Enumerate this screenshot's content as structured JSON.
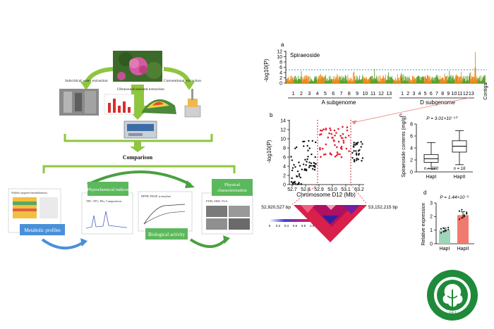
{
  "workflow": {
    "extraction": {
      "subcritical": "Subcritical water extraction",
      "ultrasound": "Ultrasound-assisted extraction",
      "conventional": "Conventional extraction"
    },
    "comparison": "Comparison",
    "boxes": {
      "metabolomics_caption": "Widely targeted metabolomics",
      "metabolic_profiles": "Metabolic profiles",
      "phytochemical": "Phytochemical indices",
      "phyto_caption": "TPC, TFC, PAs, Composition",
      "biological_caption": "DPPH, FRAP, α-amylase",
      "biological": "Biological activity",
      "physical": "Physical characterization",
      "physical_caption": "FTIR, SEM, TGA"
    }
  },
  "panel_a": {
    "letter": "a",
    "title": "Spiraeoside",
    "ylabel": "-log10(P)",
    "yticks": [
      "0",
      "2",
      "4",
      "6",
      "8",
      "10",
      "12"
    ],
    "a_chrom": [
      "1",
      "2",
      "3",
      "4",
      "5",
      "6",
      "7",
      "8",
      "9",
      "10",
      "11",
      "12",
      "13"
    ],
    "d_chrom": [
      "1",
      "2",
      "3",
      "4",
      "5",
      "6",
      "7",
      "8",
      "9",
      "10",
      "11",
      "12",
      "13"
    ],
    "a_label": "A subgenome",
    "d_label": "D subgenome",
    "contigs": "Contigs",
    "colors": {
      "orange": "#e88a1a",
      "green": "#5aa02c",
      "threshold": "#2aa0d8"
    }
  },
  "panel_b": {
    "letter": "b",
    "ylabel": "-log10(P)",
    "yticks": [
      "0",
      "2",
      "4",
      "6",
      "8",
      "10",
      "12",
      "14"
    ],
    "xticks": [
      "52.7",
      "52.8",
      "52.9",
      "53.0",
      "53.1",
      "53.2"
    ],
    "xlabel": "Chromosome D12 (Mb)",
    "left_bp": "52,920,527 bp",
    "right_bp": "53,152,215 bp",
    "scale_ticks": [
      "0",
      "0.2",
      "0.4",
      "0.6",
      "0.8",
      "1.0"
    ]
  },
  "chart_data": [
    {
      "type": "box",
      "panel": "c",
      "ylabel": "Spiraeoside contents (mg/g)",
      "pvalue": "P = 3.01×10⁻¹⁰",
      "ylim": [
        0,
        8
      ],
      "yticks": [
        0,
        2,
        4,
        6,
        8
      ],
      "categories": [
        "HapI",
        "HapII"
      ],
      "n_labels": [
        "n = 290",
        "n = 16"
      ],
      "boxes": [
        {
          "min": 0.5,
          "q1": 1.6,
          "median": 2.2,
          "q3": 2.9,
          "max": 4.9
        },
        {
          "min": 1.2,
          "q1": 3.3,
          "median": 4.3,
          "q3": 5.2,
          "max": 6.9
        }
      ]
    },
    {
      "type": "bar",
      "panel": "d",
      "ylabel": "Relative expression",
      "pvalue": "P = 1.44×10⁻⁵",
      "ylim": [
        0,
        3
      ],
      "yticks": [
        0,
        1,
        2,
        3
      ],
      "categories": [
        "HapI",
        "HapII"
      ],
      "values": [
        1.0,
        2.1
      ],
      "errors": [
        0.15,
        0.25
      ],
      "colors": [
        "#9fd5b8",
        "#f07a6e"
      ],
      "points": [
        [
          0.8,
          0.9,
          1.0,
          1.05,
          1.1,
          1.15,
          0.95,
          1.2
        ],
        [
          1.8,
          1.9,
          2.1,
          2.2,
          2.4,
          2.5,
          2.0,
          2.3
        ]
      ]
    }
  ],
  "logo": {
    "year": "1957",
    "colors": {
      "green": "#1f8a3a"
    }
  }
}
